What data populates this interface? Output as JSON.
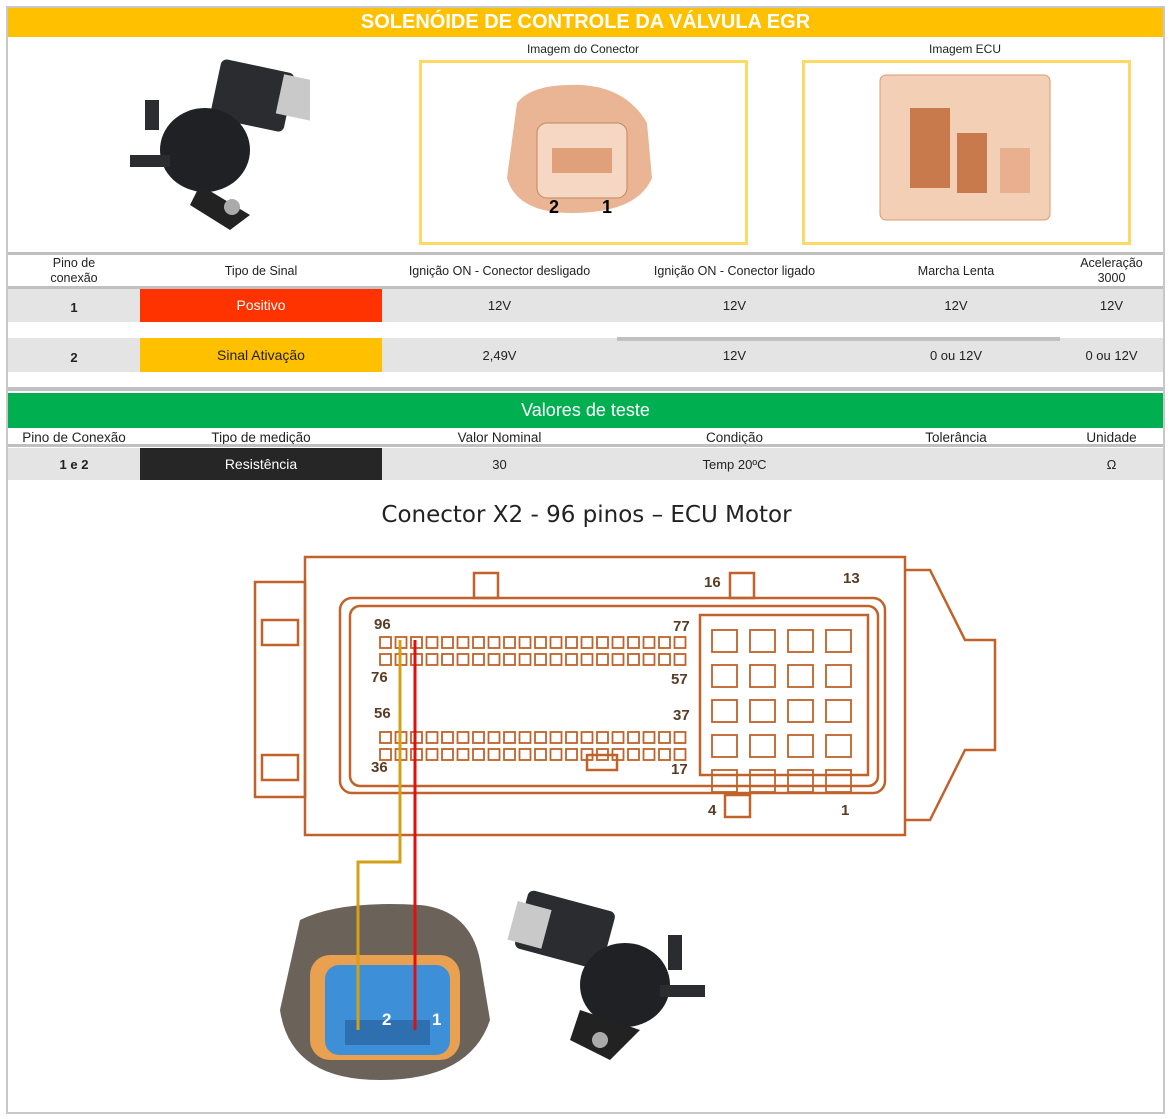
{
  "title": "SOLENÓIDE DE CONTROLE DA VÁLVULA EGR",
  "images": {
    "connector_caption": "Imagem do Conector",
    "ecu_caption": "Imagem ECU",
    "connector_pins": [
      "2",
      "1"
    ]
  },
  "signal_table": {
    "headers": [
      "Pino de conexão",
      "Tipo de Sinal",
      "Ignição ON - Conector desligado",
      "Ignição ON - Conector ligado",
      "Marcha Lenta",
      "Aceleração 3000"
    ],
    "rows": [
      {
        "pin": "1",
        "type": "Positivo",
        "color": "#ff3300",
        "text_color": "#ffffff",
        "values": [
          "12V",
          "12V",
          "12V",
          "12V"
        ]
      },
      {
        "pin": "2",
        "type": "Sinal Ativação",
        "color": "#ffc000",
        "text_color": "#222222",
        "values": [
          "2,49V",
          "12V",
          "0 ou 12V",
          "0 ou 12V"
        ]
      }
    ]
  },
  "test": {
    "title": "Valores de teste",
    "headers": [
      "Pino de Conexão",
      "Tipo de medição",
      "Valor Nominal",
      "Condição",
      "Tolerância",
      "Unidade"
    ],
    "row": {
      "pin": "1 e 2",
      "type": "Resistência",
      "nominal": "30",
      "condition": "Temp 20ºC",
      "tolerance": "",
      "unit": "Ω"
    }
  },
  "diagram": {
    "title": "Conector X2 - 96 pinos – ECU Motor",
    "pin_labels": {
      "p96": "96",
      "p77": "77",
      "p76": "76",
      "p57": "57",
      "p56": "56",
      "p37": "37",
      "p36": "36",
      "p17": "17",
      "p16": "16",
      "p13": "13",
      "p4": "4",
      "p1": "1"
    },
    "photo_pins": [
      "2",
      "1"
    ],
    "wire_colors": {
      "pin2": "#d4a017",
      "pin1": "#e01010"
    }
  }
}
